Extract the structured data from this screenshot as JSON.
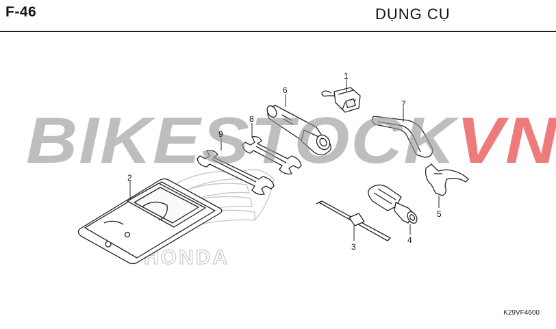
{
  "header": {
    "code": "F-46",
    "title": "DỤNG CỤ"
  },
  "watermark": {
    "part_a": "BIKESTOCK",
    "part_b": "VN",
    "color_a": "#969696",
    "color_b": "#e84646"
  },
  "logo": {
    "text": "HONDA"
  },
  "callouts": [
    "1",
    "2",
    "3",
    "4",
    "5",
    "6",
    "7",
    "8",
    "9"
  ],
  "footer": {
    "code": "K29VF4600"
  }
}
